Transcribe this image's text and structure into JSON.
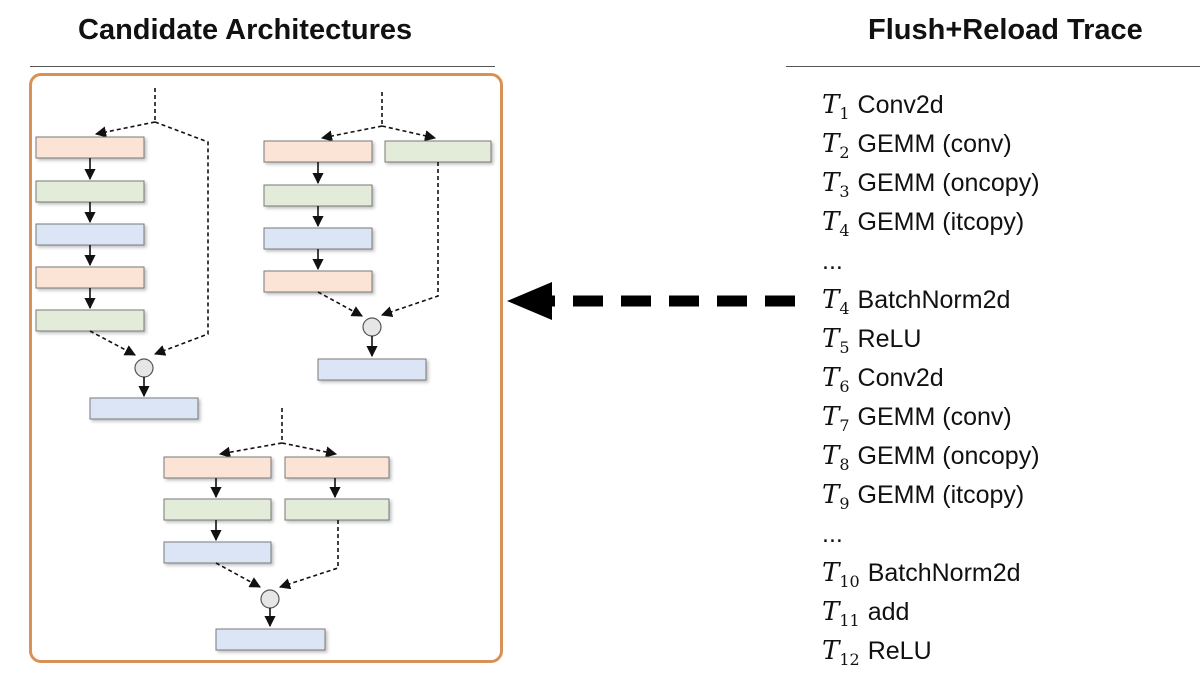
{
  "left_panel": {
    "title": "Candidate Architectures"
  },
  "right_panel": {
    "title": "Flush+Reload Trace",
    "trace": [
      {
        "symbol": "T",
        "sub": "1",
        "op": "Conv2d"
      },
      {
        "symbol": "T",
        "sub": "2",
        "op": "GEMM (conv)"
      },
      {
        "symbol": "T",
        "sub": "3",
        "op": "GEMM (oncopy)"
      },
      {
        "symbol": "T",
        "sub": "4",
        "op": "GEMM (itcopy)"
      },
      {
        "symbol": "",
        "sub": "",
        "op": "..."
      },
      {
        "symbol": "T",
        "sub": "4",
        "op": "BatchNorm2d"
      },
      {
        "symbol": "T",
        "sub": "5",
        "op": "ReLU"
      },
      {
        "symbol": "T",
        "sub": "6",
        "op": "Conv2d"
      },
      {
        "symbol": "T",
        "sub": "7",
        "op": "GEMM (conv)"
      },
      {
        "symbol": "T",
        "sub": "8",
        "op": "GEMM (oncopy)"
      },
      {
        "symbol": "T",
        "sub": "9",
        "op": "GEMM (itcopy)"
      },
      {
        "symbol": "",
        "sub": "",
        "op": "..."
      },
      {
        "symbol": "T",
        "sub": "10",
        "op": "BatchNorm2d"
      },
      {
        "symbol": "T",
        "sub": "11",
        "op": "add"
      },
      {
        "symbol": "T",
        "sub": "12",
        "op": "ReLU"
      }
    ]
  },
  "colors": {
    "orange_block": "#fbe3d6",
    "green_block": "#e3ecd9",
    "blue_block": "#dbe5f5",
    "frame_border": "#d99256",
    "add_node": "#e6e6e6"
  }
}
